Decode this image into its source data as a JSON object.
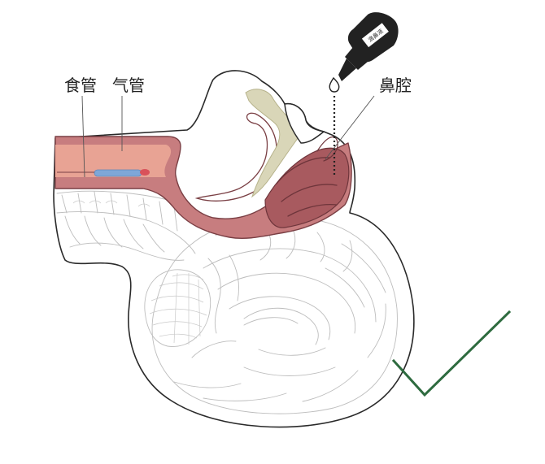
{
  "labels": {
    "esophagus": "食管",
    "trachea": "气管",
    "nasal_cavity": "鼻腔",
    "bottle_text": "滴鼻液"
  },
  "icons": {
    "check": "checkmark-icon",
    "bottle": "dropper-bottle-icon",
    "drop": "droplet-icon"
  },
  "colors": {
    "tissue": "#c77d7f",
    "tissue_dark": "#a85a5f",
    "airway_light": "#e8a394",
    "tube_blue": "#7ea7d8",
    "tube_tip": "#d9525a",
    "bone": "#d9d6b8",
    "check": "#2e6b3f",
    "bottle": "#222222"
  }
}
